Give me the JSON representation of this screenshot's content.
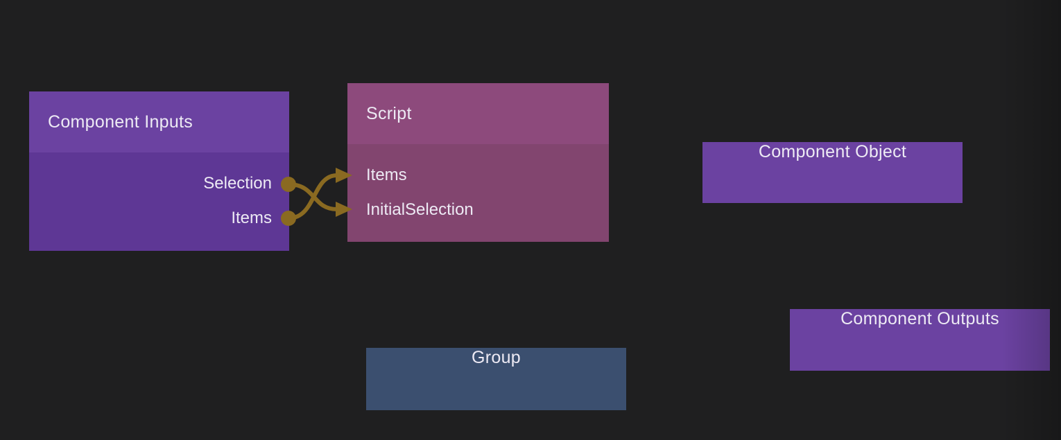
{
  "colors": {
    "bg": "#1f1f20",
    "node_purple_header": "#6b42a1",
    "node_purple_body": "#5e3795",
    "node_mauve_header": "#8d4a7c",
    "node_mauve_body": "#82456f",
    "node_blue": "#3b4f6f",
    "wire": "#8a6a21",
    "text": "#edeaf4"
  },
  "nodes": {
    "component_inputs": {
      "title": "Component Inputs",
      "outputs": [
        "Selection",
        "Items"
      ]
    },
    "script": {
      "title": "Script",
      "inputs": [
        "Items",
        "InitialSelection"
      ]
    },
    "component_object": {
      "title": "Component Object"
    },
    "component_outputs": {
      "title": "Component Outputs"
    },
    "group": {
      "title": "Group"
    }
  },
  "connections": [
    {
      "from_node": "Component Inputs",
      "from_port": "Selection",
      "to_node": "Script",
      "to_port": "InitialSelection"
    },
    {
      "from_node": "Component Inputs",
      "from_port": "Items",
      "to_node": "Script",
      "to_port": "Items"
    }
  ]
}
